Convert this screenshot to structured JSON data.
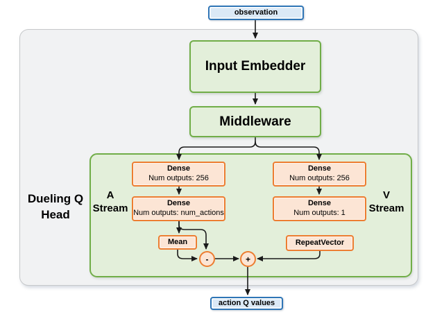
{
  "title": "Dueling Q Head network diagram",
  "colors": {
    "blue_border": "#2e75b6",
    "blue_fill": "#dbe9f6",
    "green_border": "#70ad47",
    "green_fill": "#e3efda",
    "orange_border": "#ed7d31",
    "orange_fill": "#fce5d5",
    "outer_fill": "#f1f2f3",
    "outer_border": "#c6c8ca",
    "line": "#1a1a1a"
  },
  "nodes": {
    "observation": "observation",
    "input_embedder": "Input Embedder",
    "middleware": "Middleware",
    "a_dense1": {
      "title": "Dense",
      "subtitle": "Num outputs: 256"
    },
    "a_dense2": {
      "title": "Dense",
      "subtitle": "Num outputs: num_actions"
    },
    "v_dense1": {
      "title": "Dense",
      "subtitle": "Num outputs: 256"
    },
    "v_dense2": {
      "title": "Dense",
      "subtitle": "Num outputs: 1"
    },
    "mean": "Mean",
    "repeat_vector": "RepeatVector",
    "minus_op": "-",
    "plus_op": "+",
    "action_q_values": "action Q values"
  },
  "labels": {
    "head_line1": "Dueling Q",
    "head_line2": "Head",
    "a_stream_line1": "A",
    "a_stream_line2": "Stream",
    "v_stream_line1": "V",
    "v_stream_line2": "Stream"
  }
}
